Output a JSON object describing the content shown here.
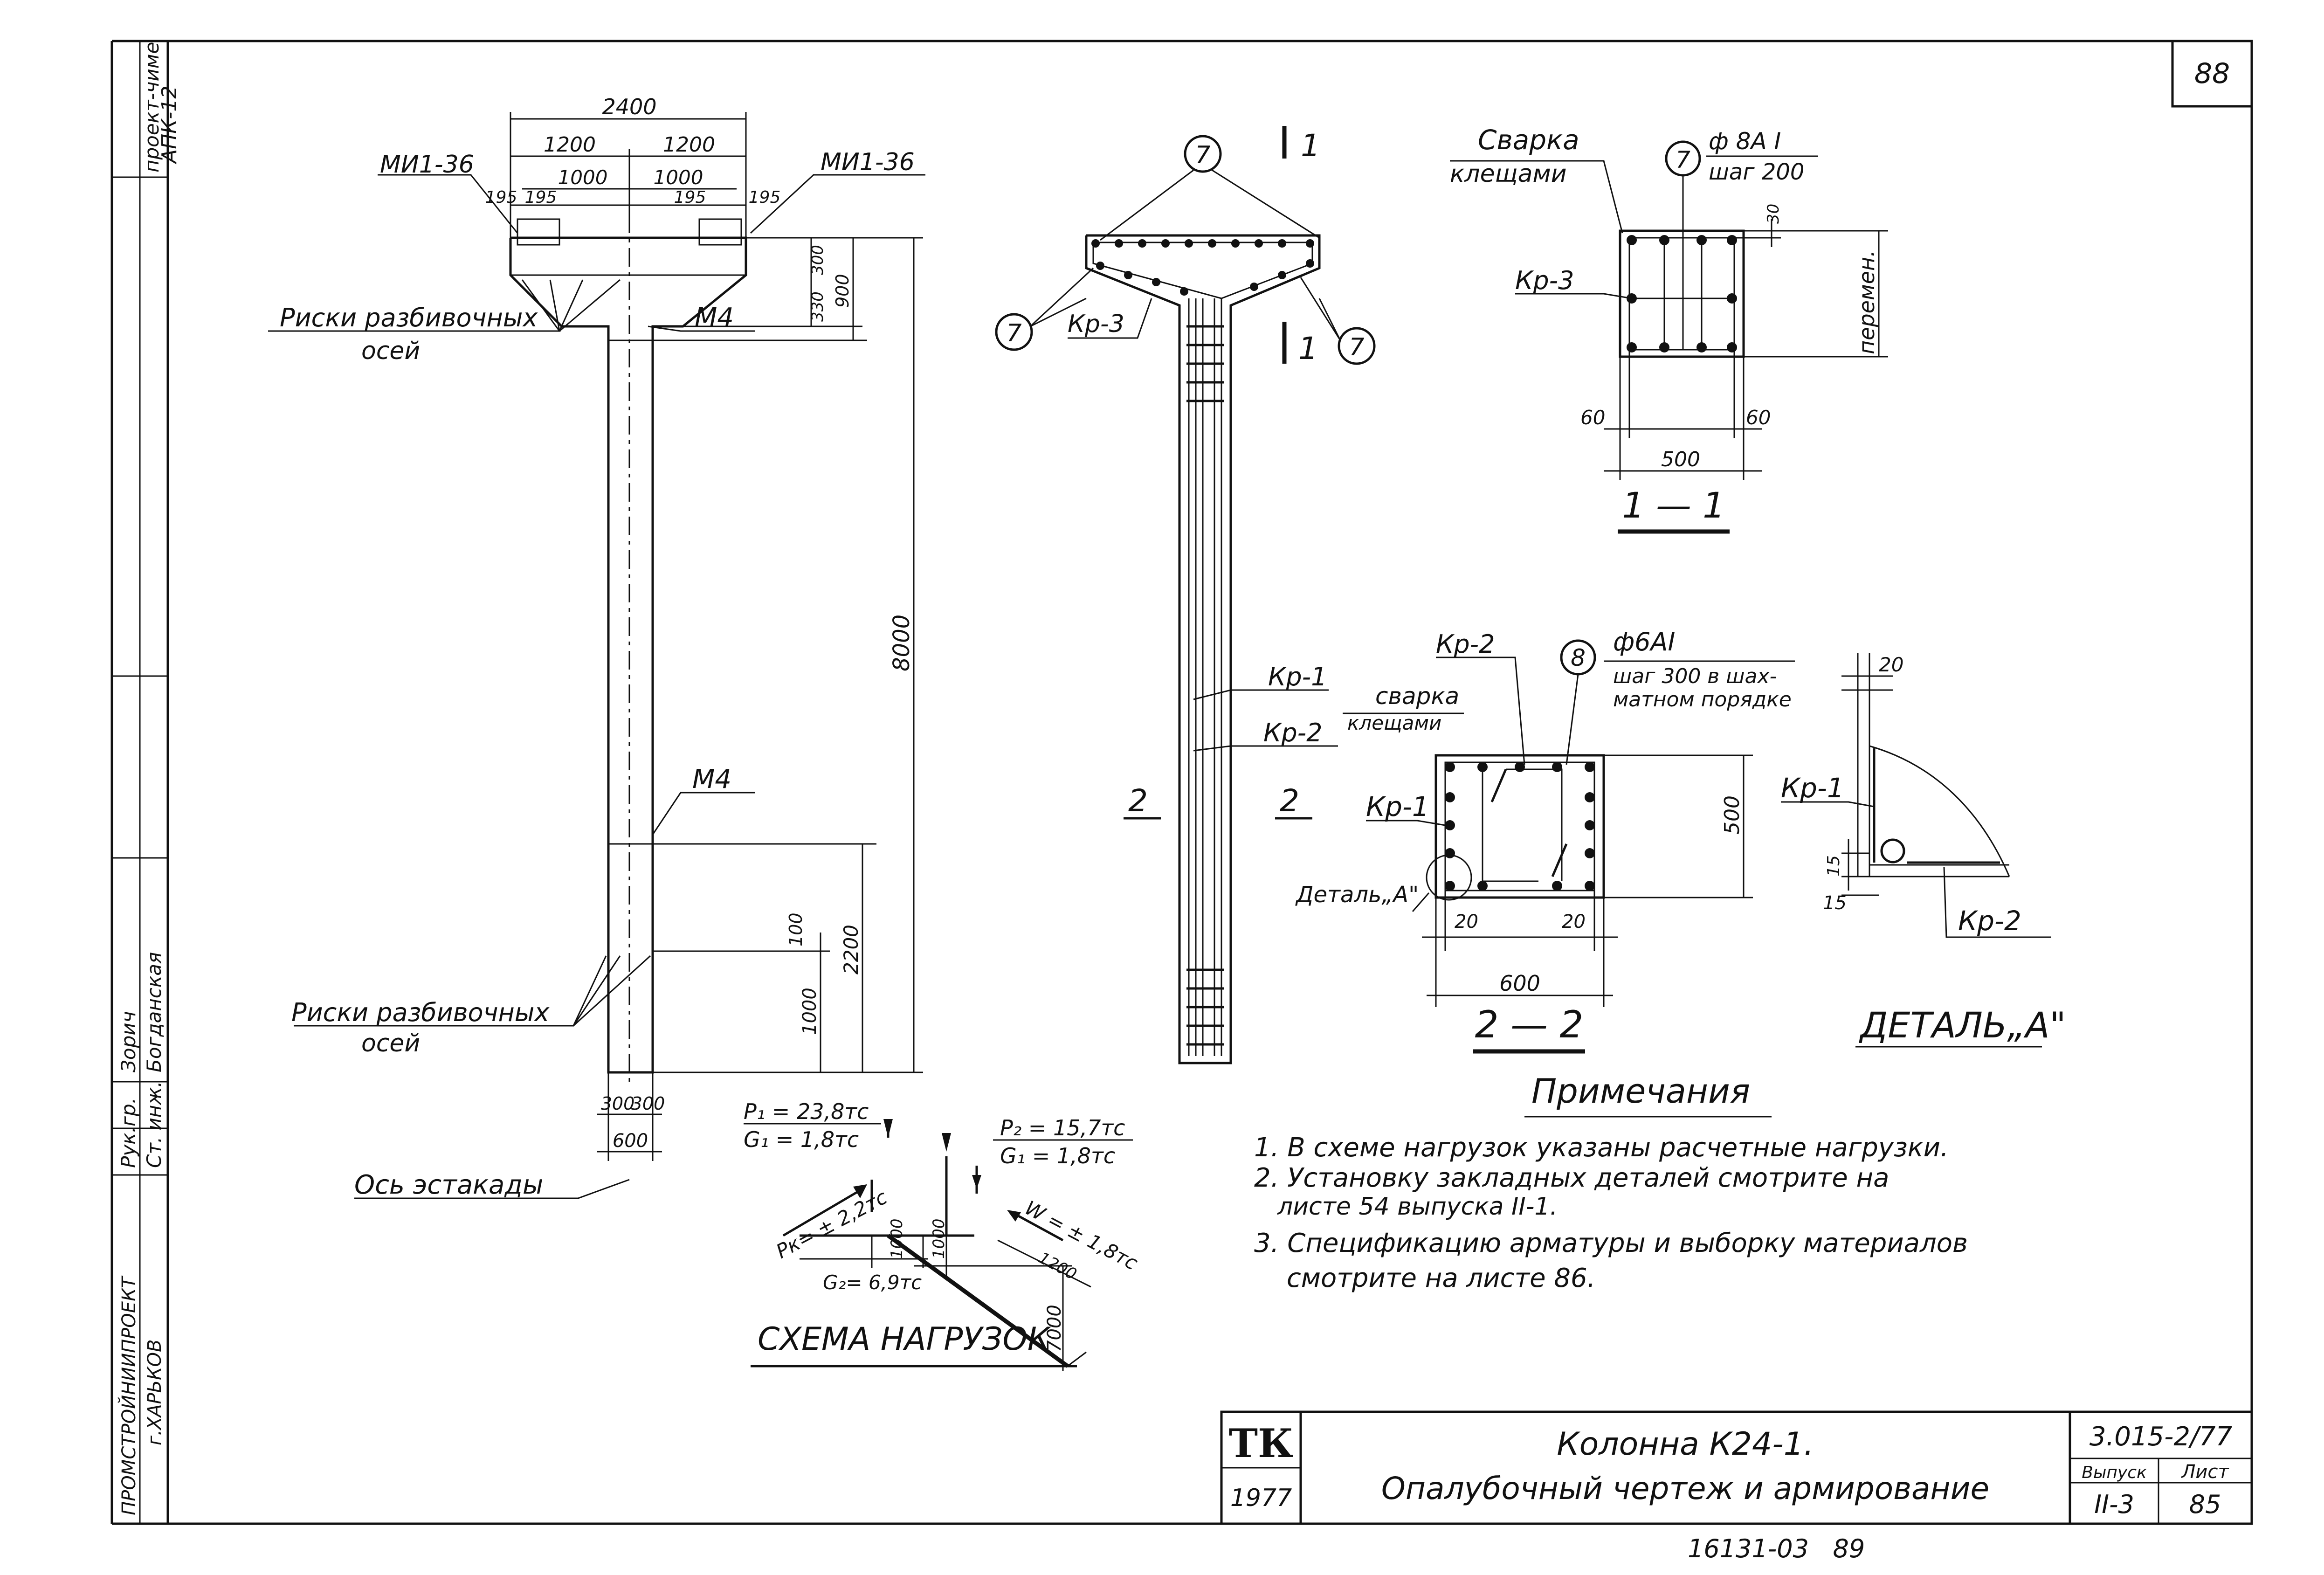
{
  "sheet_number": "88",
  "side_stamp": {
    "col1": "проект-чиме",
    "col2": "АПК-12",
    "roles": [
      "Рук.гр.",
      "Ст. инж."
    ],
    "names": [
      "Зорич",
      "Богданская"
    ],
    "org": "ПРОМСТРОЙНИИПРОЕКТ",
    "city": "г.ХАРЬКОВ"
  },
  "elevation": {
    "top_width": "2400",
    "half_left": "1200",
    "half_right": "1200",
    "inner_left": "1000",
    "inner_right": "1000",
    "edge_a": "195",
    "edge_b": "195",
    "edge_c": "195",
    "edge_d": "195",
    "part_left": "МИ1-36",
    "part_right": "МИ1-36",
    "dim_300": "300",
    "dim_330": "330",
    "dim_900": "900",
    "dim_8000": "8000",
    "dim_2200": "2200",
    "dim_100": "100",
    "dim_1000": "1000",
    "dim_bottom_300a": "300",
    "dim_bottom_300b": "300",
    "dim_600": "600",
    "risk_label_1": "Риски разбивочных",
    "risk_label_1b": "осей",
    "risk_label_2": "Риски разбивочных",
    "risk_label_2b": "осей",
    "m4_top": "М4",
    "m4_mid": "М4",
    "axis_label": "Ось эстакады"
  },
  "reinforcement": {
    "section_mark_top": "1",
    "section_mark_bottom": "1",
    "pos7": "7",
    "kr3": "Кр-3",
    "kr1": "Кр-1",
    "kr2": "Кр-2",
    "weld": "сварка",
    "weld_b": "клещами",
    "section2_left": "2",
    "section2_right": "2"
  },
  "section11": {
    "weld": "Сварка",
    "weld_b": "клещами",
    "pos": "7",
    "bar": "ф 8А I",
    "step": "шаг 200",
    "kr3": "Кр-3",
    "dim_30": "30",
    "variable": "перемен.",
    "dim_60a": "60",
    "dim_60b": "60",
    "dim_500": "500",
    "title": "1 — 1"
  },
  "section22": {
    "kr2": "Кр-2",
    "pos": "8",
    "bar": "ф6АI",
    "step": "шаг 300 в шах-",
    "step_b": "матном порядке",
    "kr1": "Кр-1",
    "dim_500": "500",
    "dim_20a": "20",
    "dim_20b": "20",
    "dim_600": "600",
    "detail_ref": "Деталь„А\"",
    "title": "2 — 2"
  },
  "detailA": {
    "dim_20": "20",
    "kr1": "Кр-1",
    "dim_15a": "15",
    "dim_15b": "15",
    "kr2": "Кр-2",
    "title": "ДЕТАЛЬ„А\""
  },
  "loads": {
    "p1": "P₁ = 23,8тс",
    "g1": "G₁ = 1,8тс",
    "p2": "P₂ = 15,7тс",
    "g1b": "G₁ = 1,8тс",
    "pk": "Pк= ± 2,2тс",
    "w": "W = ± 1,8тс",
    "g2": "G₂= 6,9тс",
    "d1000a": "1000",
    "d1000b": "1000",
    "d1200": "1200",
    "d7000": "7000",
    "title": "СХЕМА НАГРУЗОК"
  },
  "notes": {
    "title": "Примечания",
    "n1": "1. В схеме нагрузок указаны расчетные нагрузки.",
    "n2": "2. Установку закладных деталей смотрите на",
    "n2b": "листе 54 выпуска II-1.",
    "n3": "3. Спецификацию арматуры и выборку материалов",
    "n3b": "смотрите на листе 86."
  },
  "title_block": {
    "logo": "ТК",
    "year": "1977",
    "name": "Колонна К24-1.",
    "subtitle": "Опалубочный чертеж и армирование",
    "code": "3.015-2/77",
    "issue_label": "Выпуск",
    "sheet_label": "Лист",
    "issue": "II-3",
    "sheet": "85"
  },
  "bottom_stamp": "16131-03   89"
}
